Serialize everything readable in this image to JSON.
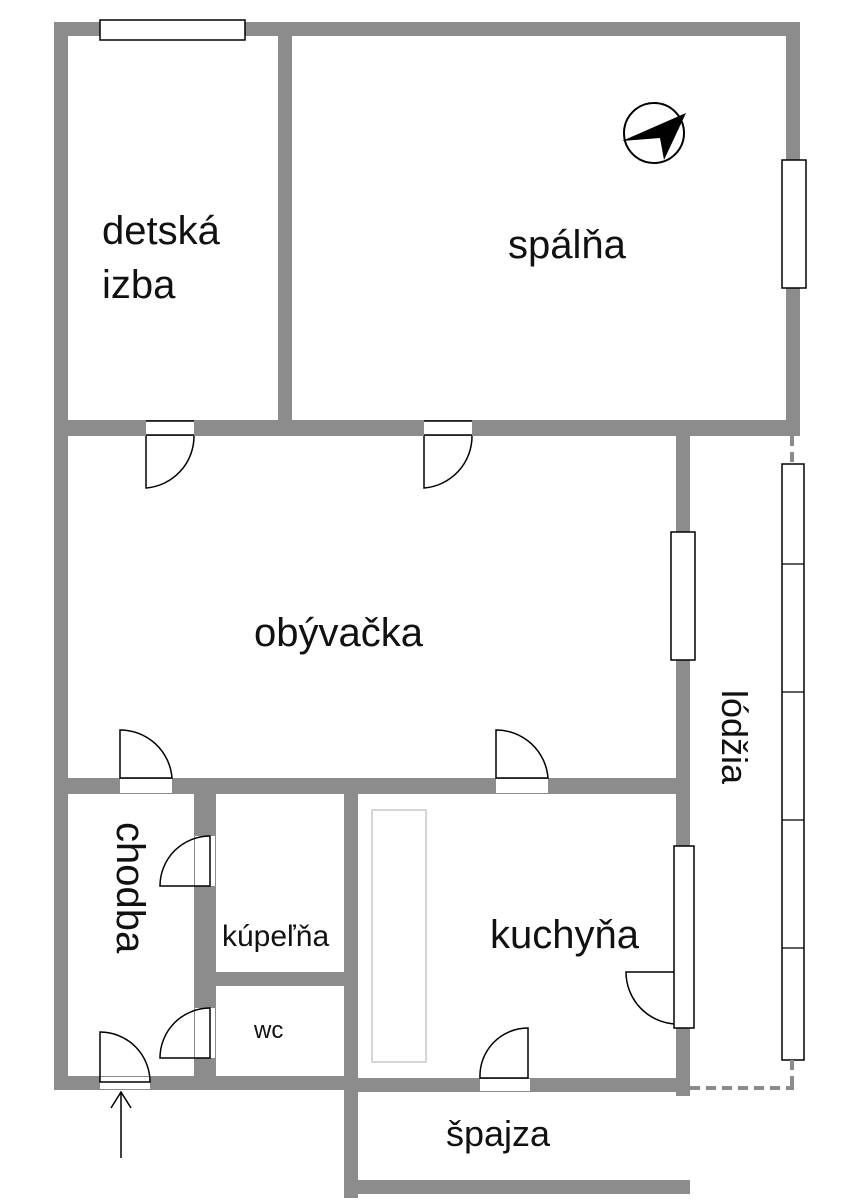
{
  "colors": {
    "wall": "#8c8c8c",
    "line": "#000000",
    "dashed": "#8c8c8c",
    "counter": "#c8c8c8",
    "background": "#ffffff"
  },
  "rooms": {
    "detska_line1": "detská",
    "detska_line2": "izba",
    "spalna": "spálňa",
    "obyvacka": "obývačka",
    "lodzia": "lódžia",
    "chodba": "chodba",
    "kupelna": "kúpeľňa",
    "wc": "wc",
    "kuchyna": "kuchyňa",
    "spajza": "špajza"
  },
  "icons": {
    "compass": "north-arrow-icon",
    "entrance": "entrance-arrow-icon"
  }
}
